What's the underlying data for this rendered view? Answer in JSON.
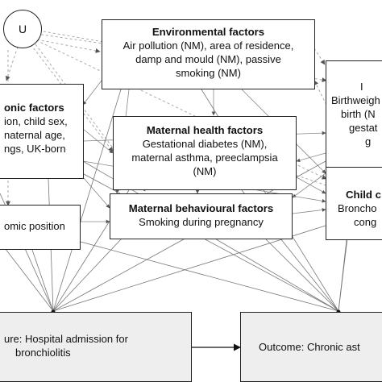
{
  "nodes": {
    "u": {
      "label": "U"
    },
    "environmental": {
      "title": "Environmental factors",
      "lines": [
        "Air pollution (NM), area of residence,",
        "damp and mould (NM), passive",
        "smoking (NM)"
      ]
    },
    "chronic": {
      "title": "onic factors",
      "lines": [
        "ion, child sex,",
        "naternal age,",
        "ngs, UK-born"
      ]
    },
    "maternal_health": {
      "title": "Maternal health factors",
      "lines": [
        "Gestational diabetes (NM),",
        "maternal asthma, preeclampsia",
        "(NM)"
      ]
    },
    "birth": {
      "lines": [
        "I",
        "Birthweigh",
        "birth (N",
        "gestat",
        "g"
      ]
    },
    "socioeconomic": {
      "lines": [
        "omic position"
      ]
    },
    "maternal_behavioural": {
      "title": "Maternal behavioural factors",
      "lines": [
        "Smoking during pregnancy"
      ]
    },
    "child": {
      "title": "Child c",
      "lines": [
        "Broncho",
        "cong"
      ]
    },
    "exposure": {
      "lines": [
        "ure: Hospital admission for",
        "bronchiolitis"
      ]
    },
    "outcome": {
      "lines": [
        "Outcome: Chronic ast"
      ]
    }
  }
}
